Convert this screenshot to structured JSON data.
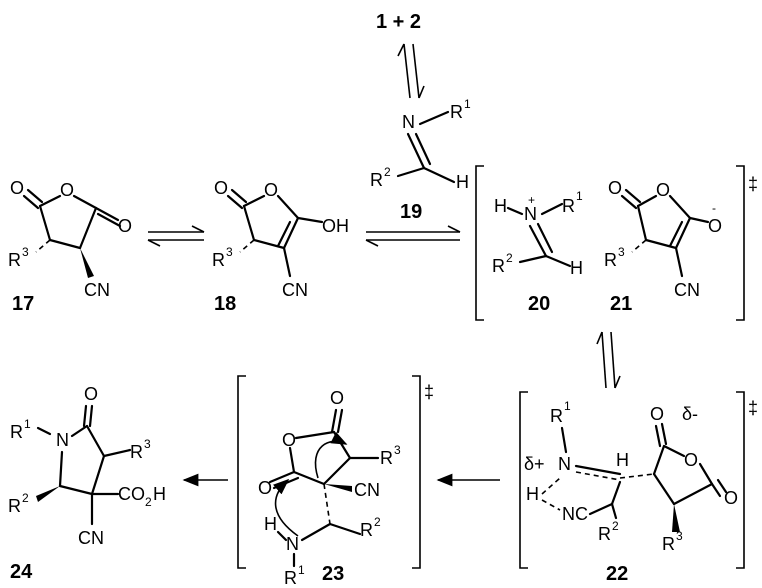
{
  "top": {
    "reactants": "1 + 2"
  },
  "compounds": {
    "c17": {
      "label": "17",
      "o1": "O",
      "o2": "O",
      "o3": "O",
      "r": "R",
      "r_sup": "3",
      "cn": "CN"
    },
    "c18": {
      "label": "18",
      "o1": "O",
      "o2": "O",
      "oh": "OH",
      "r": "R",
      "r_sup": "3",
      "cn": "CN"
    },
    "c19": {
      "label": "19",
      "n": "N",
      "r1": "R",
      "r1_sup": "1",
      "r2": "R",
      "r2_sup": "2",
      "h": "H"
    },
    "c20": {
      "label": "20",
      "h1": "H",
      "n": "N",
      "plus": "+",
      "r1": "R",
      "r1_sup": "1",
      "r2": "R",
      "r2_sup": "2",
      "h2": "H"
    },
    "c21": {
      "label": "21",
      "o1": "O",
      "o2": "O",
      "o_minus": "O",
      "minus": "-",
      "r": "R",
      "r_sup": "3",
      "cn": "CN"
    },
    "c22": {
      "label": "22",
      "r1": "R",
      "r1_sup": "1",
      "delta_plus": "δ+",
      "n": "N",
      "h1": "H",
      "h2": "H",
      "nc": "NC",
      "r2": "R",
      "r2_sup": "2",
      "o1": "O",
      "o2": "O",
      "o3": "O",
      "delta_minus": "δ-",
      "r3": "R",
      "r3_sup": "3"
    },
    "c23": {
      "label": "23",
      "o1": "O",
      "o2": "O",
      "o3": "O",
      "r3": "R",
      "r3_sup": "3",
      "cn": "CN",
      "h": "H",
      "n": "N",
      "r1": "R",
      "r1_sup": "1",
      "r2": "R",
      "r2_sup": "2"
    },
    "c24": {
      "label": "24",
      "r1": "R",
      "r1_sup": "1",
      "n": "N",
      "o": "O",
      "r3": "R",
      "r3_sup": "3",
      "r2": "R",
      "r2_sup": "2",
      "co2h": "CO",
      "co2h_sub": "2",
      "co2h_tail": "H",
      "cn": "CN"
    }
  },
  "ts_mark": "‡"
}
